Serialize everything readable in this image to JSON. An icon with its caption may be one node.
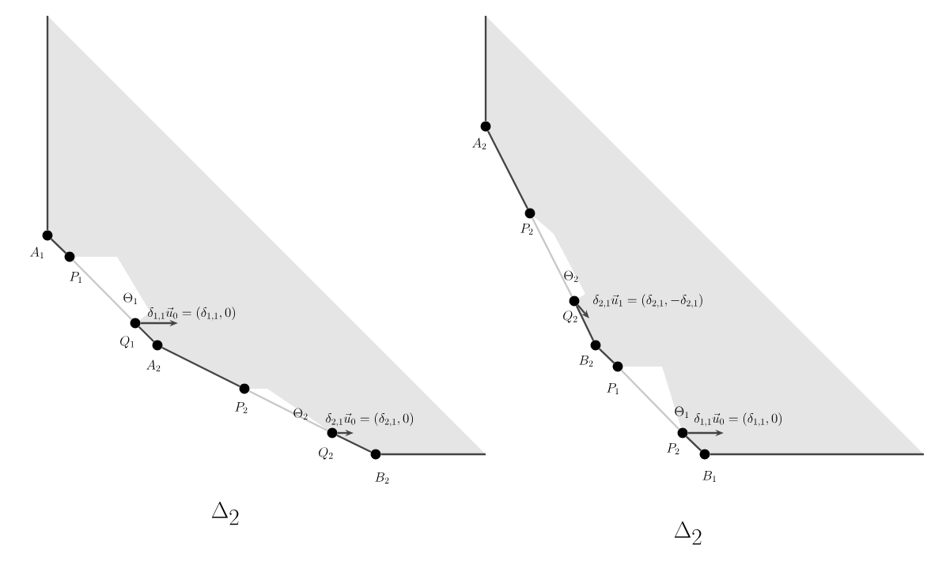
{
  "diagram": {
    "nodes": [
      {
        "text": [
          "A_1"
        ]
      },
      {
        "text": [
          "P_1"
        ]
      },
      {
        "text": [
          "Q_1"
        ]
      },
      {
        "text": [
          "A_2"
        ]
      },
      {
        "text": [
          "P_2"
        ]
      },
      {
        "text": [
          "Q_2"
        ]
      },
      {
        "text": [
          "B_2"
        ]
      },
      {
        "text": [
          "A_2"
        ]
      },
      {
        "text": [
          "P_2"
        ]
      },
      {
        "text": [
          "Q_2"
        ]
      },
      {
        "text": [
          "B_2"
        ]
      },
      {
        "text": [
          "P_1"
        ]
      },
      {
        "text": [
          "P_2"
        ]
      },
      {
        "text": [
          "B_1"
        ]
      }
    ],
    "edges": [
      {
        "from": null,
        "to": 0,
        "arrow": "none"
      },
      {
        "from": 0,
        "to": 1,
        "arrow": "none"
      },
      {
        "from": 1,
        "to": 2,
        "arrow": "none",
        "color": "#c8c8c8"
      },
      {
        "from": 2,
        "to": 3,
        "arrow": "none"
      },
      {
        "from": 3,
        "to": 4,
        "arrow": "none"
      },
      {
        "from": 4,
        "to": 5,
        "arrow": "none",
        "color": "#c8c8c8"
      },
      {
        "from": 5,
        "to": 6,
        "arrow": "none"
      },
      {
        "from": 6,
        "to": null,
        "arrow": "none"
      },
      {
        "from": 2,
        "to": null,
        "arrow": "to",
        "label": "\\delta_{1,1}\\vec{u}_0 = (\\delta_{1,1},0)"
      },
      {
        "from": 5,
        "to": null,
        "arrow": "to",
        "label": "\\delta_{2,1}\\vec{u}_0 = (\\delta_{2,1},0)"
      },
      {
        "from": null,
        "to": 7,
        "arrow": "none"
      },
      {
        "from": 7,
        "to": 8,
        "arrow": "none"
      },
      {
        "from": 8,
        "to": 9,
        "arrow": "none",
        "color": "#c8c8c8"
      },
      {
        "from": 9,
        "to": 10,
        "arrow": "none"
      },
      {
        "from": 10,
        "to": 11,
        "arrow": "none"
      },
      {
        "from": 11,
        "to": 12,
        "arrow": "none",
        "color": "#c8c8c8"
      },
      {
        "from": 12,
        "to": 13,
        "arrow": "none"
      },
      {
        "from": 13,
        "to": null,
        "arrow": "none"
      },
      {
        "from": 9,
        "to": null,
        "arrow": "to",
        "label": "\\delta_{2,1}\\vec{u}_1 = (\\delta_{2,1},-\\delta_{2,1})"
      },
      {
        "from": 12,
        "to": null,
        "arrow": "to",
        "label": "\\delta_{1,1}\\vec{u}_0 = (\\delta_{1,1},0)"
      }
    ],
    "labels": [
      "\\Theta_1",
      "\\Theta_2",
      "\\Delta_2",
      "\\Theta_2",
      "\\Theta_1",
      "\\Delta_2"
    ]
  }
}
